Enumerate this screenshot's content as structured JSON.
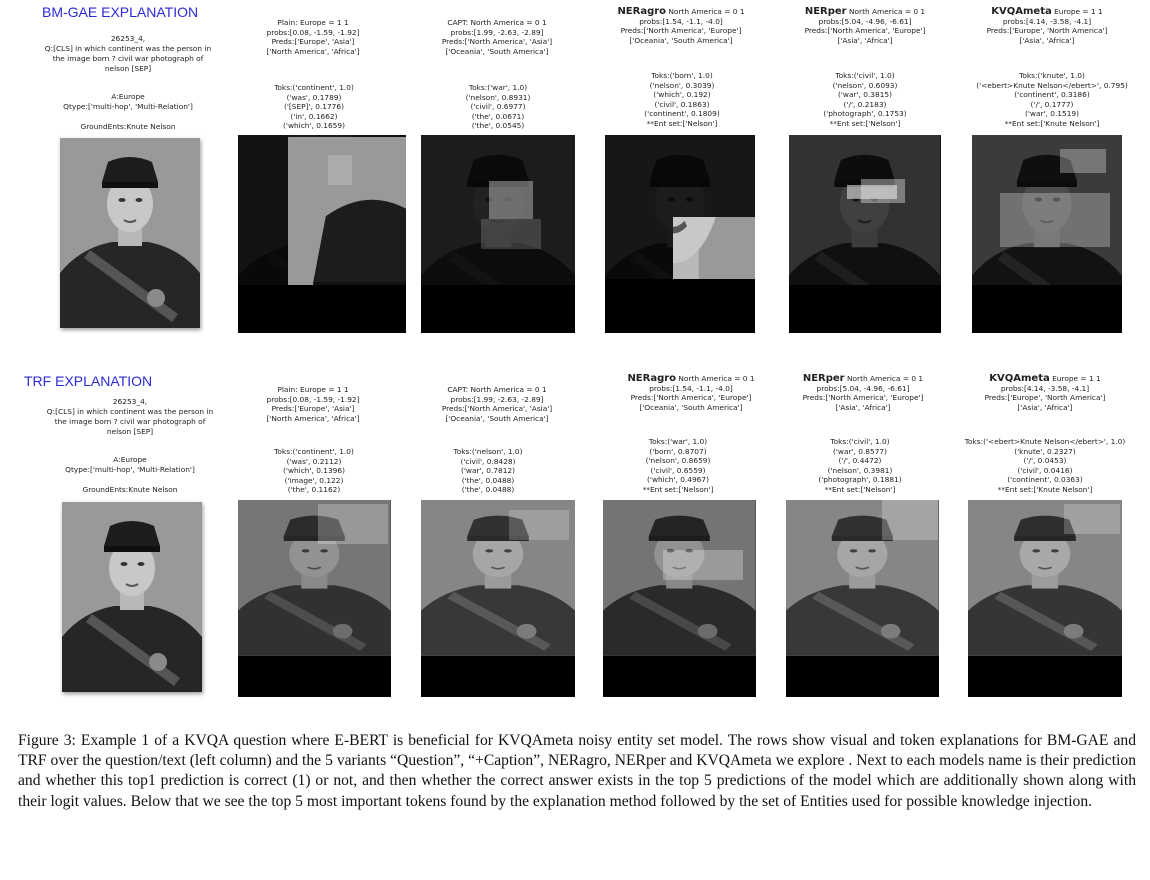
{
  "sections": [
    {
      "title": "BM-GAE EXPLANATION",
      "info": {
        "id": "26253_4,",
        "question": [
          "Q:[CLS] in which continent was the person in",
          "the image born ? civil war photograph of",
          "nelson [SEP]"
        ],
        "answer": "A:Europe",
        "qtype": "Qtype:['multi-hop', 'Multi-Relation']",
        "ground": "GroundEnts:Knute Nelson"
      },
      "models": [
        {
          "name": "",
          "pred": "Plain: Europe = 1 1",
          "probs": "probs:[0.08, -1.59, -1.92]",
          "preds": [
            "Preds:['Europe', 'Asia']",
            "['North America', 'Africa']"
          ],
          "toks": [
            "Toks:('continent', 1.0)",
            "('was', 0.1789)",
            "('[SEP]', 0.1776)",
            "('in', 0.1662)",
            "('which', 0.1659)"
          ]
        },
        {
          "name": "",
          "pred": "CAPT: North America = 0 1",
          "probs": "probs:[1.99, -2.63, -2.89]",
          "preds": [
            "Preds:['North America', 'Asia']",
            "['Oceania', 'South America']"
          ],
          "toks": [
            "Toks:('war', 1.0)",
            "('nelson', 0.8931)",
            "('civil', 0.6977)",
            "('the', 0.0671)",
            "('the', 0.0545)"
          ]
        },
        {
          "name": "NERagro",
          "pred": "North America = 0 1",
          "probs": "probs:[1.54, -1.1, -4.0]",
          "preds": [
            "Preds:['North America', 'Europe']",
            "['Oceania', 'South America']"
          ],
          "toks": [
            "Toks:('born', 1.0)",
            "('nelson', 0.3039)",
            "('which', 0.192)",
            "('civil', 0.1863)",
            "('continent', 0.1809)",
            "**Ent set:['Nelson']"
          ]
        },
        {
          "name": "NERper",
          "pred": "North America = 0 1",
          "probs": "probs:[5.04, -4.96, -6.61]",
          "preds": [
            "Preds:['North America', 'Europe']",
            "['Asia', 'Africa']"
          ],
          "toks": [
            "Toks:('civil', 1.0)",
            "('nelson', 0.6093)",
            "('war', 0.3815)",
            "('/', 0.2183)",
            "('photograph', 0.1753)",
            "**Ent set:['Nelson']"
          ]
        },
        {
          "name": "KVQAmeta",
          "pred": "Europe = 1 1",
          "probs": "probs:[4.14, -3.58, -4.1]",
          "preds": [
            "Preds:['Europe', 'North America']",
            "['Asia', 'Africa']"
          ],
          "toks": [
            "Toks:('knute', 1.0)",
            "('<ebert>Knute Nelson</ebert>', 0.795)",
            "('continent', 0.3186)",
            "('/', 0.1777)",
            "('war', 0.1519)",
            "**Ent set:['Knute Nelson']"
          ]
        }
      ]
    },
    {
      "title": "TRF EXPLANATION",
      "info": {
        "id": "26253_4,",
        "question": [
          "Q:[CLS] in which continent was the person in",
          "the image born ? civil war photograph of",
          "nelson [SEP]"
        ],
        "answer": "A:Europe",
        "qtype": "Qtype:['multi-hop', 'Multi-Relation']",
        "ground": "GroundEnts:Knute Nelson"
      },
      "models": [
        {
          "name": "",
          "pred": "Plain: Europe = 1 1",
          "probs": "probs:[0.08, -1.59, -1.92]",
          "preds": [
            "Preds:['Europe', 'Asia']",
            "['North America', 'Africa']"
          ],
          "toks": [
            "Toks:('continent', 1.0)",
            "('was', 0.2112)",
            "('which', 0.1396)",
            "('image', 0.122)",
            "('the', 0.1162)"
          ]
        },
        {
          "name": "",
          "pred": "CAPT: North America = 0 1",
          "probs": "probs:[1.99, -2.63, -2.89]",
          "preds": [
            "Preds:['North America', 'Asia']",
            "['Oceania', 'South America']"
          ],
          "toks": [
            "Toks:('nelson', 1.0)",
            "('civil', 0.8428)",
            "('war', 0.7812)",
            "('the', 0.0488)",
            "('the', 0.0488)"
          ]
        },
        {
          "name": "NERagro",
          "pred": "North America = 0 1",
          "probs": "probs:[1.54, -1.1, -4.0]",
          "preds": [
            "Preds:['North America', 'Europe']",
            "['Oceania', 'South America']"
          ],
          "toks": [
            "Toks:('war', 1.0)",
            "('born', 0.8707)",
            "('nelson', 0.8659)",
            "('civil', 0.6559)",
            "('which', 0.4967)",
            "**Ent set:['Nelson']"
          ]
        },
        {
          "name": "NERper",
          "pred": "North America = 0 1",
          "probs": "probs:[5.04, -4.96, -6.61]",
          "preds": [
            "Preds:['North America', 'Europe']",
            "['Asia', 'Africa']"
          ],
          "toks": [
            "Toks:('civil', 1.0)",
            "('war', 0.8577)",
            "('/', 0.4472)",
            "('nelson', 0.3981)",
            "('photograph', 0.1881)",
            "**Ent set:['Nelson']"
          ]
        },
        {
          "name": "KVQAmeta",
          "pred": "Europe = 1 1",
          "probs": "probs:[4.14, -3.58, -4.1]",
          "preds": [
            "Preds:['Europe', 'North America']",
            "['Asia', 'Africa']"
          ],
          "toks": [
            "Toks:('<ebert>Knute Nelson</ebert>', 1.0)",
            "('knute', 0.2327)",
            "('/', 0.0453)",
            "('civil', 0.0416)",
            "('continent', 0.0363)",
            "**Ent set:['Knute Nelson']"
          ]
        }
      ]
    }
  ],
  "caption": "Figure 3: Example 1 of a KVQA question where E-BERT is beneficial for KVQAmeta noisy entity set model. The rows show visual and token explanations for BM-GAE and TRF over the question/text (left column) and the 5 variants “Question”, “+Caption”, NERagro, NERper and KVQAmeta we explore . Next to each models name is their prediction and whether this top1 prediction is correct (1) or not, and then whether the correct answer exists in the top 5 predictions of the model which are additionally shown along with their logit values. Below that we see the top 5 most important tokens found by the explanation method followed by the set of Entities used for possible knowledge injection."
}
